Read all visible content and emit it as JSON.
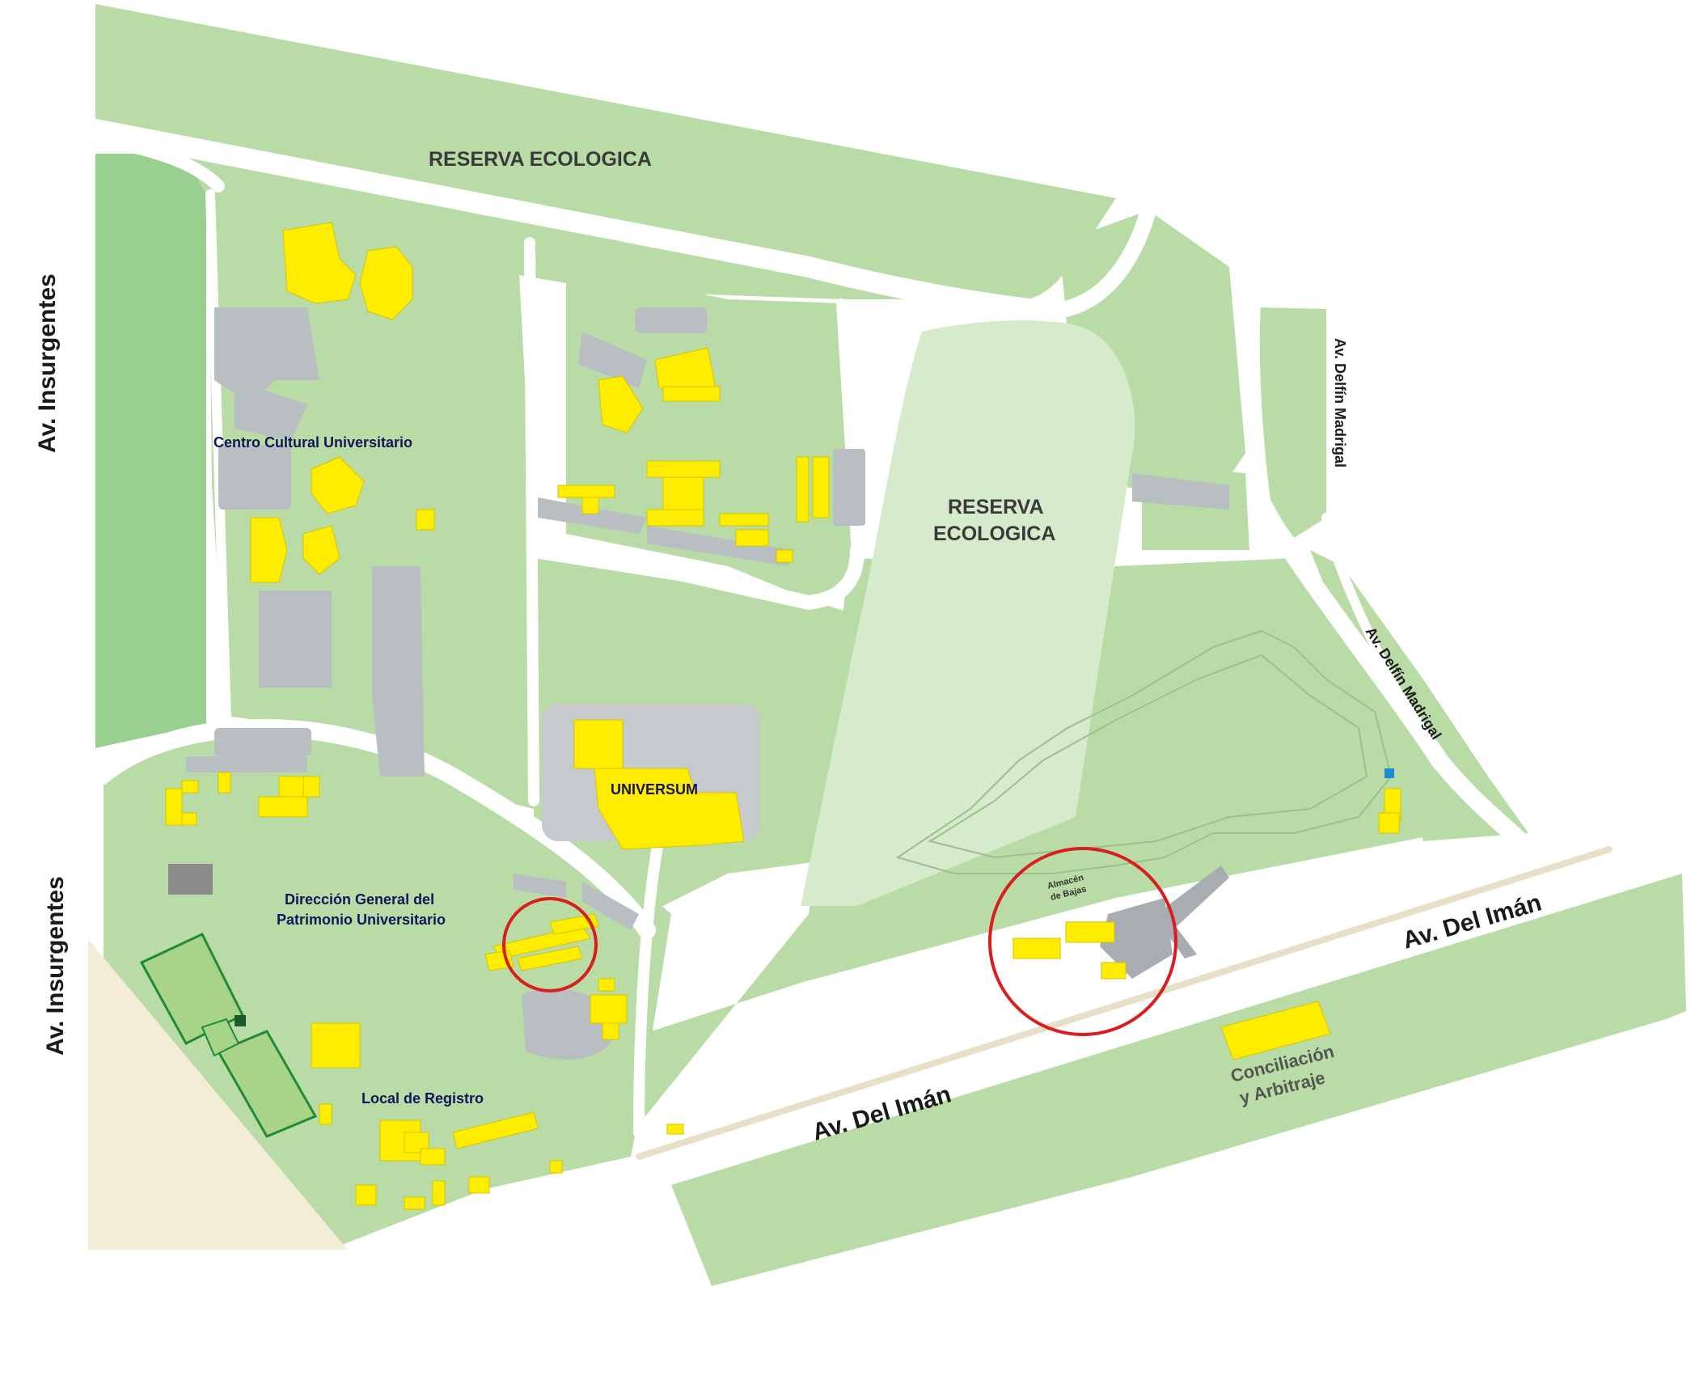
{
  "map": {
    "roads": {
      "insurgentes_top": "Av. Insurgentes",
      "insurgentes_bottom": "Av. Insurgentes",
      "delfin_madrigal_top": "Av. Delfín Madrigal",
      "delfin_madrigal_bottom": "Av. Delfín Madrigal",
      "del_iman_right": "Av. Del Imán",
      "del_iman_left": "Av. Del Imán"
    },
    "zones": {
      "reserva_top": "RESERVA ECOLOGICA",
      "reserva_center_line1": "RESERVA",
      "reserva_center_line2": "ECOLOGICA"
    },
    "places": {
      "centro_cultural": "Centro Cultural Universitario",
      "universum": "UNIVERSUM",
      "direccion_line1": "Dirección General del",
      "direccion_line2": "Patrimonio Universitario",
      "local_registro": "Local de Registro",
      "almacen_line1": "Almacén",
      "almacen_line2": "de Bajas",
      "conciliacion_line1": "Conciliación",
      "conciliacion_line2": "y Arbitraje"
    },
    "colors": {
      "green_light": "#b9dca6",
      "green_mid": "#99cf8f",
      "green_reserve": "#d6ebcb",
      "building": "#ffed00",
      "parking": "#b9bec3",
      "sand": "#f3ecd6",
      "marker": "#d81e1e",
      "field": "#a8d488"
    }
  }
}
